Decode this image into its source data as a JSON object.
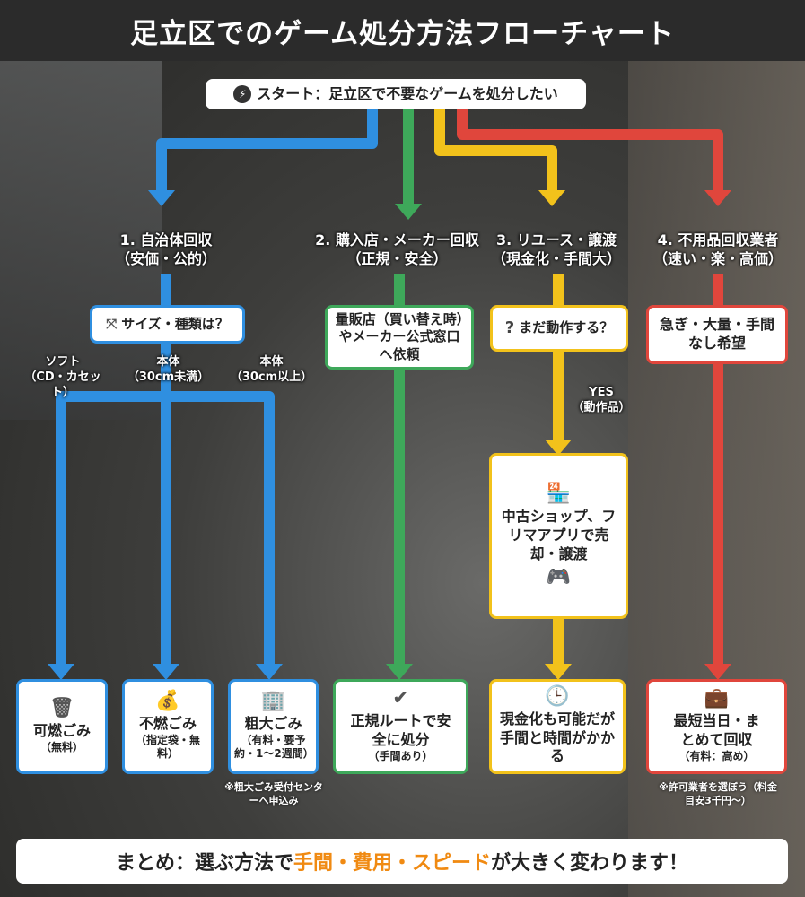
{
  "title": "足立区でのゲーム処分方法フローチャート",
  "start": {
    "icon": "lightning-icon",
    "text": "スタート：足立区で不要なゲームを処分したい"
  },
  "colors": {
    "blue": "#2f8fe0",
    "green": "#3ea85a",
    "yellow": "#f2c21b",
    "red": "#e0463c",
    "accent": "#f08a12"
  },
  "routes": [
    {
      "title": "1. 自治体回収",
      "sub": "（安価・公的）"
    },
    {
      "title": "2. 購入店・メーカー回収",
      "sub": "（正規・安全）"
    },
    {
      "title": "3. リユース・譲渡",
      "sub": "（現金化・手間大）"
    },
    {
      "title": "4. 不用品回収業者",
      "sub": "（速い・楽・高価）"
    }
  ],
  "route1": {
    "question": "サイズ・種類は？",
    "branches": [
      {
        "title": "ソフト",
        "sub": "（CD・カセット）"
      },
      {
        "title": "本体",
        "sub": "（30cm未満）"
      },
      {
        "title": "本体",
        "sub": "（30cm以上）"
      }
    ]
  },
  "route2": {
    "step": "量販店（買い替え時）やメーカー公式窓口へ依頼"
  },
  "route3": {
    "question": "まだ動作する？",
    "yes": "YES",
    "yes_sub": "（動作品）",
    "step": "中古ショップ、フリマアプリで売却・譲渡"
  },
  "route4": {
    "step": "急ぎ・大量・手間なし希望"
  },
  "results": [
    {
      "title": "可燃ごみ",
      "sub": "（無料）"
    },
    {
      "title": "不燃ごみ",
      "sub": "（指定袋・無料）"
    },
    {
      "title": "粗大ごみ",
      "sub": "（有料・要予約・1〜2週間）"
    },
    {
      "title": "正規ルートで安全に処分",
      "sub": "（手間あり）"
    },
    {
      "title": "現金化も可能だが手間と時間がかかる",
      "sub": ""
    },
    {
      "title": "最短当日・まとめて回収",
      "sub": "（有料：高め）"
    }
  ],
  "notes": {
    "bulky": "※粗大ごみ受付センターへ申込み",
    "vendor": "※許可業者を選ぼう（料金目安3千円〜）"
  },
  "summary": {
    "pre": "まとめ：選ぶ方法で",
    "highlight": "手間・費用・スピード",
    "post": "が大きく変わります！"
  }
}
